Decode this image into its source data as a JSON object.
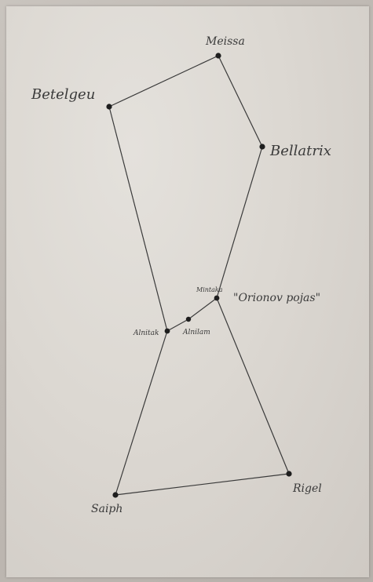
{
  "diagram": {
    "stars": [
      {
        "id": "meissa",
        "label": "Meissa"
      },
      {
        "id": "betelgeuse",
        "label": "Betelgeu"
      },
      {
        "id": "bellatrix",
        "label": "Bellatrix"
      },
      {
        "id": "mintaka",
        "label": "Mintaka"
      },
      {
        "id": "alnilam",
        "label": "Alnilam"
      },
      {
        "id": "alnitak",
        "label": "Alnitak"
      },
      {
        "id": "saiph",
        "label": "Saiph"
      },
      {
        "id": "rigel",
        "label": "Rigel"
      }
    ],
    "belt_label": "\"Orionov pojas\"",
    "edges": [
      [
        "betelgeuse",
        "meissa"
      ],
      [
        "meissa",
        "bellatrix"
      ],
      [
        "bellatrix",
        "mintaka"
      ],
      [
        "betelgeuse",
        "alnitak"
      ],
      [
        "alnitak",
        "alnilam"
      ],
      [
        "alnilam",
        "mintaka"
      ],
      [
        "alnitak",
        "saiph"
      ],
      [
        "saiph",
        "rigel"
      ],
      [
        "rigel",
        "mintaka"
      ]
    ],
    "ink_color": "#3a3a3a",
    "paper_color": "#dcd8d2"
  }
}
